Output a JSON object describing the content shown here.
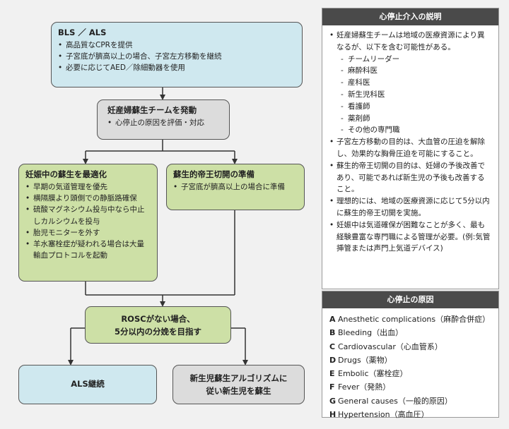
{
  "flow": {
    "bls": {
      "title": "BLS ／ ALS",
      "items": [
        "高品質なCPRを提供",
        "子宮底が臍高以上の場合、子宮左方移動を継続",
        "必要に応じてAED／除細動器を使用"
      ]
    },
    "team": {
      "title": "妊産婦蘇生チームを発動",
      "items": [
        "心停止の原因を評価・対応"
      ]
    },
    "optimize": {
      "title": "妊娠中の蘇生を最適化",
      "items": [
        "早期の気道管理を優先",
        "横隔膜より頭側での静脈路確保",
        "硫酸マグネシウム投与中なら中止しカルシウムを投与",
        "胎児モニターを外す",
        "羊水塞栓症が疑われる場合は大量輸血プロトコルを起動"
      ]
    },
    "cesarean": {
      "title": "蘇生的帝王切開の準備",
      "items": [
        "子宮底が臍高以上の場合に準備"
      ]
    },
    "rosc": {
      "line1": "ROSCがない場合、",
      "line2": "5分以内の分娩を目指す"
    },
    "als": {
      "label": "ALS継続"
    },
    "neonatal": {
      "line1": "新生児蘇生アルゴリズムに",
      "line2": "従い新生児を蘇生"
    }
  },
  "explain": {
    "title": "心停止介入の説明",
    "team_intro": "妊産婦蘇生チームは地域の医療資源により異なるが、以下を含む可能性がある。",
    "members": [
      "チームリーダー",
      "麻酔科医",
      "産科医",
      "新生児科医",
      "看護師",
      "薬剤師",
      "その他の専門職"
    ],
    "points": [
      "子宮左方移動の目的は、大血管の圧迫を解除し、効果的な胸骨圧迫を可能にすること。",
      "蘇生的帝王切開の目的は、妊婦の予後改善であり、可能であれば新生児の予後も改善すること。",
      "理想的には、地域の医療資源に応じて5分以内に蘇生的帝王切開を実施。",
      "妊娠中は気道確保が困難なことが多く、最も経験豊富な専門職による管理が必要。(例:気管挿管または声門上気道デバイス)"
    ]
  },
  "causes": {
    "title": "心停止の原因",
    "items": [
      {
        "letter": "A",
        "text": "Anesthetic complications（麻酔合併症）"
      },
      {
        "letter": "B",
        "text": "Bleeding（出血）"
      },
      {
        "letter": "C",
        "text": "Cardiovascular（心血管系）"
      },
      {
        "letter": "D",
        "text": "Drugs（薬物）"
      },
      {
        "letter": "E",
        "text": "Embolic（塞栓症）"
      },
      {
        "letter": "F",
        "text": "Fever（発熱）"
      },
      {
        "letter": "G",
        "text": "General causes（一般的原因）"
      },
      {
        "letter": "H",
        "text": "Hypertension（高血圧）"
      }
    ]
  }
}
